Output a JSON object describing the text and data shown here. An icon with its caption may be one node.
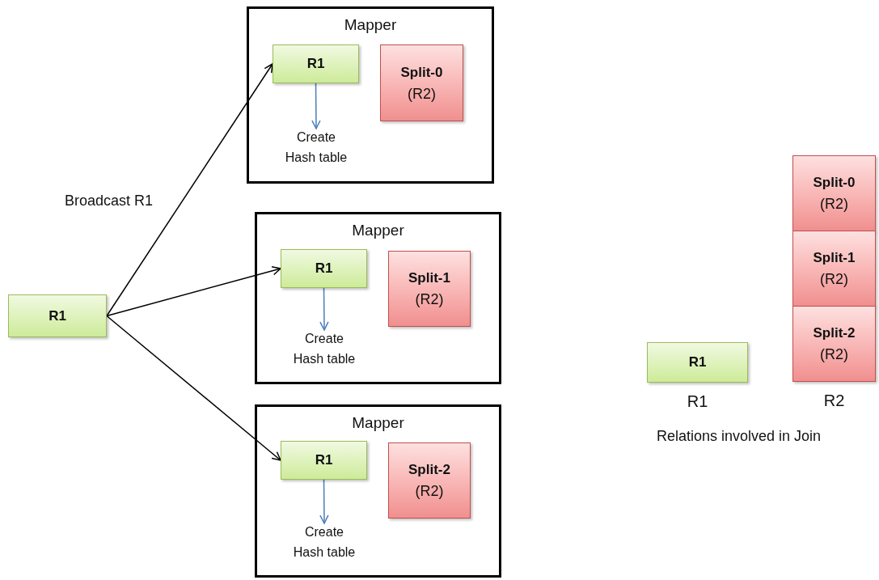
{
  "diagram": {
    "nodes": [
      {
        "text": [
          "R1"
        ]
      },
      {
        "text": [
          "Mapper"
        ]
      },
      {
        "text": [
          "R1"
        ],
        "in": 1
      },
      {
        "text": [
          "Split-0",
          "(R2)"
        ],
        "in": 1
      },
      {
        "text": [
          "Create Hash table"
        ],
        "in": 1
      },
      {
        "text": [
          "Mapper"
        ]
      },
      {
        "text": [
          "R1"
        ],
        "in": 5
      },
      {
        "text": [
          "Split-1",
          "(R2)"
        ],
        "in": 5
      },
      {
        "text": [
          "Create Hash table"
        ],
        "in": 5
      },
      {
        "text": [
          "Mapper"
        ]
      },
      {
        "text": [
          "R1"
        ],
        "in": 9
      },
      {
        "text": [
          "Split-2",
          "(R2)"
        ],
        "in": 9
      },
      {
        "text": [
          "Create Hash table"
        ],
        "in": 9
      },
      {
        "text": [
          "R1"
        ],
        "beside": [
          "R1"
        ]
      },
      {
        "text": [
          "Split-0",
          "(R2)"
        ]
      },
      {
        "text": [
          "Split-1",
          "(R2)"
        ]
      },
      {
        "text": [
          "Split-2",
          "(R2)"
        ],
        "beside": [
          "R2"
        ]
      }
    ],
    "edges": [
      {
        "from": 0,
        "to": 2,
        "arrow": "to",
        "label": "Broadcast R1"
      },
      {
        "from": 0,
        "to": 6,
        "arrow": "to"
      },
      {
        "from": 0,
        "to": 10,
        "arrow": "to"
      },
      {
        "from": 2,
        "to": 4,
        "arrow": "to",
        "color": "#4a7ebb"
      },
      {
        "from": 6,
        "to": 8,
        "arrow": "to",
        "color": "#4a7ebb"
      },
      {
        "from": 10,
        "to": 12,
        "arrow": "to",
        "color": "#4a7ebb"
      }
    ],
    "labels": [
      "Relations involved in Join"
    ]
  }
}
